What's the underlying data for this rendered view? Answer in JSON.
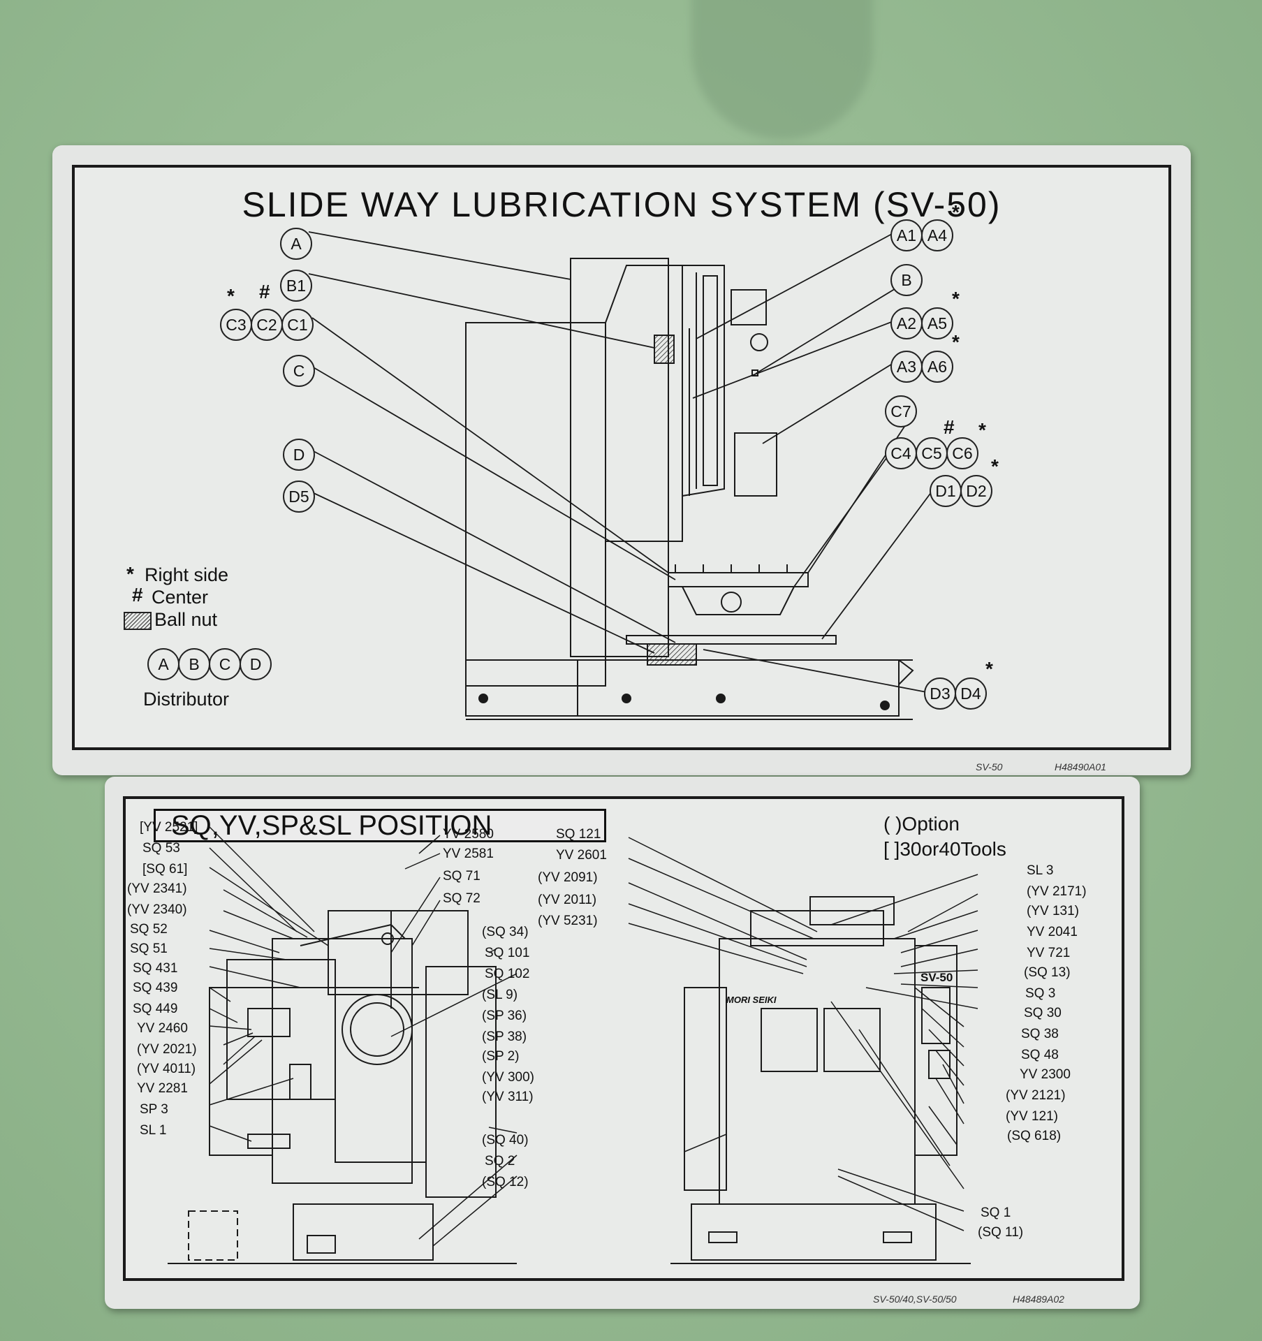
{
  "plate1": {
    "title": "SLIDE WAY LUBRICATION SYSTEM (SV-50)",
    "code_left": "SV-50",
    "code_right": "H48490A01",
    "balloons": {
      "a": "A",
      "b1": "B1",
      "c3": "C3",
      "c2": "C2",
      "c1": "C1",
      "c": "C",
      "d": "D",
      "d5": "D5",
      "a1": "A1",
      "a4": "A4",
      "b": "B",
      "a2": "A2",
      "a5": "A5",
      "a3": "A3",
      "a6": "A6",
      "c7": "C7",
      "c4": "C4",
      "c5": "C5",
      "c6": "C6",
      "d1": "D1",
      "d2": "D2",
      "d3": "D3",
      "d4": "D4",
      "dist_a": "A",
      "dist_b": "B",
      "dist_c": "C",
      "dist_d": "D"
    },
    "marks": {
      "asterisk": "*",
      "hash": "#"
    },
    "legend": {
      "right_side": "Right side",
      "center": "Center",
      "ball_nut": "Ball nut",
      "distributor": "Distributor"
    }
  },
  "plate2": {
    "title": "SQ,YV,SP&SL POSITION",
    "note_option": "( )Option",
    "note_tools": "[ ]30or40Tools",
    "code_left": "SV-50/40,SV-50/50",
    "code_right": "H48489A02",
    "machine_brand": "MORI SEIKI",
    "machine_model": "SV-50",
    "left_labels": [
      "[YV 2521]",
      "SQ 53",
      "[SQ 61]",
      "(YV 2341)",
      "(YV 2340)",
      "SQ 52",
      "SQ 51",
      "SQ 431",
      "SQ 439",
      "SQ 449",
      "YV 2460",
      "(YV 2021)",
      "(YV 4011)",
      "YV 2281",
      "SP 3",
      "SL 1"
    ],
    "mid_top_labels": [
      "YV 2580",
      "YV 2581",
      "SQ 71",
      "SQ 72"
    ],
    "mid_labels": [
      "(SQ 34)",
      "SQ 101",
      "SQ 102",
      "(SL 9)",
      "(SP 36)",
      "(SP 38)",
      "(SP 2)",
      "(YV 300)",
      "(YV 311)"
    ],
    "mid_bottom_labels": [
      "(SQ 40)",
      "SQ 2",
      "(SQ 12)"
    ],
    "right_top_labels": [
      "SQ 121",
      "YV 2601",
      "(YV 2091)",
      "(YV 2011)",
      "(YV 5231)"
    ],
    "right_labels": [
      "SL 3",
      "(YV 2171)",
      "(YV 131)",
      "YV 2041",
      "YV 721",
      "(SQ 13)",
      "SQ 3",
      "SQ 30",
      "SQ 38",
      "SQ 48",
      "YV 2300",
      "(YV 2121)",
      "(YV 121)",
      "(SQ 618)"
    ],
    "right_bottom_labels": [
      "SQ 1",
      "(SQ 11)"
    ]
  }
}
